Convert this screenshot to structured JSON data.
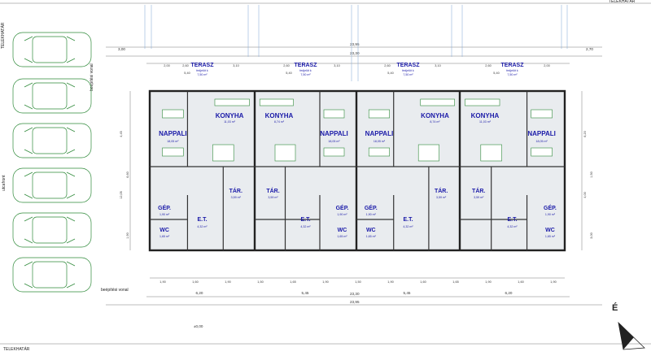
{
  "boundary_label": "TELEKHATÁR",
  "street_label": "utcafront",
  "setback_label": "beépítési vonal",
  "north_label": "É",
  "terrace": {
    "name": "TERASZ",
    "sub": "fedjelöt k",
    "area": "7,50 m²"
  },
  "rooms": {
    "konyha": "KONYHA",
    "nappali": "NAPPALI",
    "gep": "GÉP.",
    "tar": "TÁR.",
    "et": "E.T.",
    "wc": "WC"
  },
  "units": [
    {
      "konyha_area": "11,03 m²",
      "nappali_area": "18,05 m²",
      "gep_area": "1,90 m²",
      "tar_area": "3,59 m²",
      "et_area": "4,32 m²",
      "wc_area": "1,65 m²"
    },
    {
      "konyha_area": "8,74 m²",
      "nappali_area": "18,05 m²",
      "gep_area": "1,90 m²",
      "tar_area": "3,59 m²",
      "et_area": "4,32 m²",
      "wc_area": "1,65 m²"
    },
    {
      "konyha_area": "8,74 m²",
      "nappali_area": "18,05 m²",
      "gep_area": "1,90 m²",
      "tar_area": "3,59 m²",
      "et_area": "4,32 m²",
      "wc_area": "1,65 m²"
    },
    {
      "konyha_area": "11,03 m²",
      "nappali_area": "18,05 m²",
      "gep_area": "1,90 m²",
      "tar_area": "3,59 m²",
      "et_area": "4,32 m²",
      "wc_area": "1,65 m²"
    }
  ],
  "dims": {
    "top_total": "23,95",
    "top_inner": "23,30",
    "top_left": "3,00",
    "top_right": "2,70",
    "terrace_row": [
      "2,00",
      "2,60",
      "3,10",
      "2,60",
      "3,10",
      "2,60",
      "3,10",
      "2,60",
      "2,00"
    ],
    "terrace_sub": [
      "5,40",
      "5,40",
      "5,40",
      "5,40"
    ],
    "bottom_row1": [
      "1,90",
      "1,60",
      "1,90",
      "1,50",
      "1,65",
      "1,90",
      "1,50",
      "1,90",
      "1,60",
      "1,65",
      "1,90",
      "1,60",
      "1,90"
    ],
    "bottom_row2": [
      "6,20",
      "5,45",
      "5,45",
      "6,20"
    ],
    "bottom_total": "23,30",
    "bottom_total2": "23,95",
    "left_side": [
      "4,45",
      "6,60",
      "12,05",
      "1,90"
    ],
    "right_side": [
      "6,20",
      "1,50",
      "4,00",
      "3,00"
    ],
    "level": "±0,00"
  }
}
